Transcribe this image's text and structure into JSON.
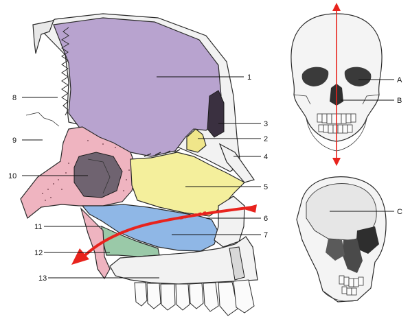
{
  "sagittal_labels": [
    {
      "id": "1",
      "text": "1"
    },
    {
      "id": "2",
      "text": "2"
    },
    {
      "id": "3",
      "text": "3"
    },
    {
      "id": "4",
      "text": "4"
    },
    {
      "id": "5",
      "text": "5"
    },
    {
      "id": "6",
      "text": "6"
    },
    {
      "id": "7",
      "text": "7"
    },
    {
      "id": "8",
      "text": "8"
    },
    {
      "id": "9",
      "text": "9"
    },
    {
      "id": "10",
      "text": "10"
    },
    {
      "id": "11",
      "text": "11"
    },
    {
      "id": "12",
      "text": "12"
    },
    {
      "id": "13",
      "text": "13"
    }
  ],
  "inset_labels": [
    {
      "id": "A",
      "text": "A"
    },
    {
      "id": "B",
      "text": "B"
    },
    {
      "id": "C",
      "text": "C"
    }
  ],
  "colors": {
    "region_1": "#b8a3cf",
    "region_2": "#f0e68a",
    "region_5": "#f4ef9c",
    "region_7": "#8fb7e6",
    "region_9_10": "#efb4c0",
    "region_12": "#9ac9a8",
    "arrow": "#e8231d",
    "bone": "#f2f2f2"
  }
}
